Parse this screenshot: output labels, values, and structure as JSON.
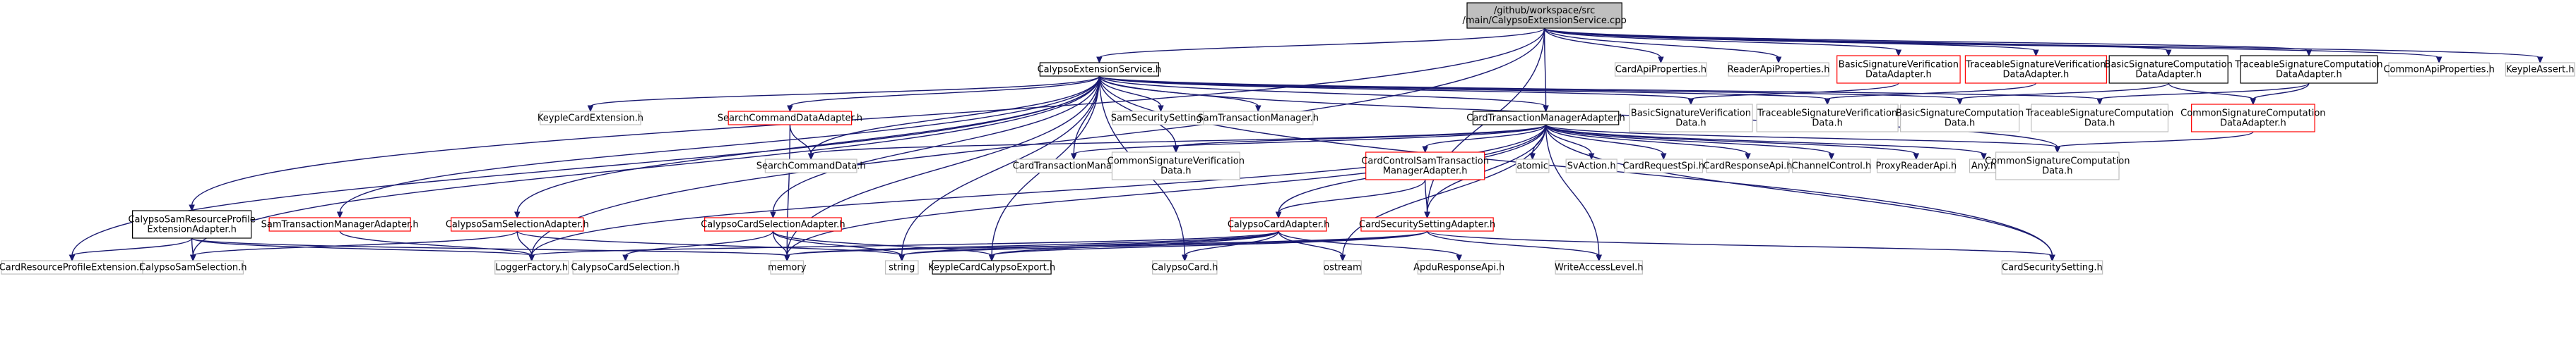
{
  "colors": {
    "edge": "#191970",
    "box_root_fill": "#bfbfbf",
    "box_root_stroke": "#000000",
    "box_plain_stroke": "#bfbfbf",
    "box_black_stroke": "#000000",
    "box_red_stroke": "#ff0000",
    "text": "#000000",
    "background": "#ffffff"
  },
  "nodes": [
    {
      "id": "root",
      "lines": [
        "/github/workspace/src",
        "/main/CalypsoExtensionService.cpp"
      ],
      "style": "root"
    },
    {
      "id": "calypso_ext_h",
      "lines": [
        "CalypsoExtensionService.h"
      ],
      "style": "black"
    },
    {
      "id": "card_api_props",
      "lines": [
        "CardApiProperties.h"
      ],
      "style": "plain"
    },
    {
      "id": "reader_api_props",
      "lines": [
        "ReaderApiProperties.h"
      ],
      "style": "plain"
    },
    {
      "id": "basic_sig_verif_adapter",
      "lines": [
        "BasicSignatureVerification",
        "DataAdapter.h"
      ],
      "style": "red"
    },
    {
      "id": "traceable_sig_verif_adapter",
      "lines": [
        "TraceableSignatureVerification",
        "DataAdapter.h"
      ],
      "style": "red"
    },
    {
      "id": "basic_sig_comp_adapter",
      "lines": [
        "BasicSignatureComputation",
        "DataAdapter.h"
      ],
      "style": "black"
    },
    {
      "id": "traceable_sig_comp_adapter",
      "lines": [
        "TraceableSignatureComputation",
        "DataAdapter.h"
      ],
      "style": "black"
    },
    {
      "id": "common_api_props",
      "lines": [
        "CommonApiProperties.h"
      ],
      "style": "plain"
    },
    {
      "id": "keyple_assert",
      "lines": [
        "KeypleAssert.h"
      ],
      "style": "plain"
    },
    {
      "id": "keyple_card_ext",
      "lines": [
        "KeypleCardExtension.h"
      ],
      "style": "plain"
    },
    {
      "id": "search_cmd_adapter",
      "lines": [
        "SearchCommandDataAdapter.h"
      ],
      "style": "red"
    },
    {
      "id": "sam_security_setting",
      "lines": [
        "SamSecuritySetting.h"
      ],
      "style": "plain"
    },
    {
      "id": "sam_tx_manager",
      "lines": [
        "SamTransactionManager.h"
      ],
      "style": "plain"
    },
    {
      "id": "card_tx_manager_adapter",
      "lines": [
        "CardTransactionManagerAdapter.h"
      ],
      "style": "black"
    },
    {
      "id": "basic_sig_verif_data",
      "lines": [
        "BasicSignatureVerification",
        "Data.h"
      ],
      "style": "plain"
    },
    {
      "id": "traceable_sig_verif_data",
      "lines": [
        "TraceableSignatureVerification",
        "Data.h"
      ],
      "style": "plain"
    },
    {
      "id": "basic_sig_comp_data",
      "lines": [
        "BasicSignatureComputation",
        "Data.h"
      ],
      "style": "plain"
    },
    {
      "id": "traceable_sig_comp_data",
      "lines": [
        "TraceableSignatureComputation",
        "Data.h"
      ],
      "style": "plain"
    },
    {
      "id": "common_sig_comp_adapter",
      "lines": [
        "CommonSignatureComputation",
        "DataAdapter.h"
      ],
      "style": "red"
    },
    {
      "id": "search_cmd_data",
      "lines": [
        "SearchCommandData.h"
      ],
      "style": "plain"
    },
    {
      "id": "card_tx_manager",
      "lines": [
        "CardTransactionManager.h"
      ],
      "style": "plain"
    },
    {
      "id": "common_sig_verif_data",
      "lines": [
        "CommonSignatureVerification",
        "Data.h"
      ],
      "style": "plain"
    },
    {
      "id": "card_control_sam_adapter",
      "lines": [
        "CardControlSamTransaction",
        "ManagerAdapter.h"
      ],
      "style": "red"
    },
    {
      "id": "atomic",
      "lines": [
        "atomic"
      ],
      "style": "plain"
    },
    {
      "id": "sv_action",
      "lines": [
        "SvAction.h"
      ],
      "style": "plain"
    },
    {
      "id": "card_request_spi",
      "lines": [
        "CardRequestSpi.h"
      ],
      "style": "plain"
    },
    {
      "id": "card_response_api",
      "lines": [
        "CardResponseApi.h"
      ],
      "style": "plain"
    },
    {
      "id": "channel_control",
      "lines": [
        "ChannelControl.h"
      ],
      "style": "plain"
    },
    {
      "id": "proxy_reader_api",
      "lines": [
        "ProxyReaderApi.h"
      ],
      "style": "plain"
    },
    {
      "id": "any",
      "lines": [
        "Any.h"
      ],
      "style": "plain"
    },
    {
      "id": "common_sig_comp_data",
      "lines": [
        "CommonSignatureComputation",
        "Data.h"
      ],
      "style": "plain"
    },
    {
      "id": "sam_resource_profile",
      "lines": [
        "CalypsoSamResourceProfile",
        "ExtensionAdapter.h"
      ],
      "style": "black"
    },
    {
      "id": "sam_tx_manager_adapter",
      "lines": [
        "SamTransactionManagerAdapter.h"
      ],
      "style": "red"
    },
    {
      "id": "sam_selection_adapter",
      "lines": [
        "CalypsoSamSelectionAdapter.h"
      ],
      "style": "red"
    },
    {
      "id": "card_selection_adapter",
      "lines": [
        "CalypsoCardSelectionAdapter.h"
      ],
      "style": "red"
    },
    {
      "id": "calypso_card_adapter",
      "lines": [
        "CalypsoCardAdapter.h"
      ],
      "style": "red"
    },
    {
      "id": "card_security_setting_adapter",
      "lines": [
        "CardSecuritySettingAdapter.h"
      ],
      "style": "red"
    },
    {
      "id": "card_resource_profile_ext",
      "lines": [
        "CardResourceProfileExtension.h"
      ],
      "style": "plain"
    },
    {
      "id": "calypso_sam_selection",
      "lines": [
        "CalypsoSamSelection.h"
      ],
      "style": "plain"
    },
    {
      "id": "logger_factory",
      "lines": [
        "LoggerFactory.h"
      ],
      "style": "plain"
    },
    {
      "id": "calypso_card_selection",
      "lines": [
        "CalypsoCardSelection.h"
      ],
      "style": "plain"
    },
    {
      "id": "memory",
      "lines": [
        "memory"
      ],
      "style": "plain"
    },
    {
      "id": "string",
      "lines": [
        "string"
      ],
      "style": "plain"
    },
    {
      "id": "keyple_card_calypso_export",
      "lines": [
        "KeypleCardCalypsoExport.h"
      ],
      "style": "black"
    },
    {
      "id": "calypso_card",
      "lines": [
        "CalypsoCard.h"
      ],
      "style": "plain"
    },
    {
      "id": "ostream",
      "lines": [
        "ostream"
      ],
      "style": "plain"
    },
    {
      "id": "apdu_response_api",
      "lines": [
        "ApduResponseApi.h"
      ],
      "style": "plain"
    },
    {
      "id": "write_access_level",
      "lines": [
        "WriteAccessLevel.h"
      ],
      "style": "plain"
    },
    {
      "id": "card_security_setting",
      "lines": [
        "CardSecuritySetting.h"
      ],
      "style": "plain"
    }
  ],
  "edges": [
    [
      "root",
      "calypso_ext_h"
    ],
    [
      "root",
      "card_api_props"
    ],
    [
      "root",
      "reader_api_props"
    ],
    [
      "root",
      "basic_sig_verif_adapter"
    ],
    [
      "root",
      "traceable_sig_verif_adapter"
    ],
    [
      "root",
      "basic_sig_comp_adapter"
    ],
    [
      "root",
      "traceable_sig_comp_adapter"
    ],
    [
      "root",
      "common_api_props"
    ],
    [
      "root",
      "keyple_assert"
    ],
    [
      "root",
      "card_tx_manager_adapter"
    ],
    [
      "root",
      "sam_resource_profile"
    ],
    [
      "root",
      "logger_factory"
    ],
    [
      "root",
      "card_security_setting_adapter"
    ],
    [
      "calypso_ext_h",
      "keyple_card_ext"
    ],
    [
      "calypso_ext_h",
      "search_cmd_adapter"
    ],
    [
      "calypso_ext_h",
      "sam_security_setting"
    ],
    [
      "calypso_ext_h",
      "sam_tx_manager"
    ],
    [
      "calypso_ext_h",
      "card_tx_manager_adapter"
    ],
    [
      "calypso_ext_h",
      "basic_sig_verif_data"
    ],
    [
      "calypso_ext_h",
      "traceable_sig_verif_data"
    ],
    [
      "calypso_ext_h",
      "basic_sig_comp_data"
    ],
    [
      "calypso_ext_h",
      "traceable_sig_comp_data"
    ],
    [
      "calypso_ext_h",
      "search_cmd_data"
    ],
    [
      "calypso_ext_h",
      "card_tx_manager"
    ],
    [
      "calypso_ext_h",
      "common_sig_verif_data"
    ],
    [
      "calypso_ext_h",
      "common_sig_comp_data"
    ],
    [
      "calypso_ext_h",
      "card_resource_profile_ext"
    ],
    [
      "calypso_ext_h",
      "calypso_sam_selection"
    ],
    [
      "calypso_ext_h",
      "sam_tx_manager_adapter"
    ],
    [
      "calypso_ext_h",
      "sam_selection_adapter"
    ],
    [
      "calypso_ext_h",
      "card_selection_adapter"
    ],
    [
      "calypso_ext_h",
      "memory"
    ],
    [
      "calypso_ext_h",
      "string"
    ],
    [
      "calypso_ext_h",
      "keyple_card_calypso_export"
    ],
    [
      "calypso_ext_h",
      "calypso_card"
    ],
    [
      "calypso_ext_h",
      "card_security_setting"
    ],
    [
      "basic_sig_verif_adapter",
      "basic_sig_verif_data"
    ],
    [
      "traceable_sig_verif_adapter",
      "traceable_sig_verif_data"
    ],
    [
      "basic_sig_comp_adapter",
      "basic_sig_comp_data"
    ],
    [
      "basic_sig_comp_adapter",
      "common_sig_comp_adapter"
    ],
    [
      "traceable_sig_comp_adapter",
      "traceable_sig_comp_data"
    ],
    [
      "traceable_sig_comp_adapter",
      "common_sig_comp_adapter"
    ],
    [
      "common_sig_comp_adapter",
      "common_sig_comp_data"
    ],
    [
      "search_cmd_adapter",
      "search_cmd_data"
    ],
    [
      "search_cmd_adapter",
      "memory"
    ],
    [
      "card_tx_manager_adapter",
      "search_cmd_data"
    ],
    [
      "card_tx_manager_adapter",
      "card_tx_manager"
    ],
    [
      "card_tx_manager_adapter",
      "common_sig_verif_data"
    ],
    [
      "card_tx_manager_adapter",
      "card_control_sam_adapter"
    ],
    [
      "card_tx_manager_adapter",
      "atomic"
    ],
    [
      "card_tx_manager_adapter",
      "sv_action"
    ],
    [
      "card_tx_manager_adapter",
      "card_request_spi"
    ],
    [
      "card_tx_manager_adapter",
      "card_response_api"
    ],
    [
      "card_tx_manager_adapter",
      "channel_control"
    ],
    [
      "card_tx_manager_adapter",
      "proxy_reader_api"
    ],
    [
      "card_tx_manager_adapter",
      "any"
    ],
    [
      "card_tx_manager_adapter",
      "common_sig_comp_data"
    ],
    [
      "card_tx_manager_adapter",
      "calypso_card_adapter"
    ],
    [
      "card_tx_manager_adapter",
      "card_security_setting_adapter"
    ],
    [
      "card_tx_manager_adapter",
      "logger_factory"
    ],
    [
      "card_tx_manager_adapter",
      "memory"
    ],
    [
      "card_tx_manager_adapter",
      "ostream"
    ],
    [
      "card_tx_manager_adapter",
      "write_access_level"
    ],
    [
      "card_tx_manager_adapter",
      "card_security_setting"
    ],
    [
      "card_control_sam_adapter",
      "calypso_card_adapter"
    ],
    [
      "card_control_sam_adapter",
      "card_security_setting_adapter"
    ],
    [
      "sam_resource_profile",
      "card_resource_profile_ext"
    ],
    [
      "sam_resource_profile",
      "calypso_sam_selection"
    ],
    [
      "sam_resource_profile",
      "logger_factory"
    ],
    [
      "sam_resource_profile",
      "memory"
    ],
    [
      "sam_tx_manager_adapter",
      "logger_factory"
    ],
    [
      "sam_selection_adapter",
      "calypso_sam_selection"
    ],
    [
      "sam_selection_adapter",
      "logger_factory"
    ],
    [
      "sam_selection_adapter",
      "string"
    ],
    [
      "card_selection_adapter",
      "calypso_card_selection"
    ],
    [
      "card_selection_adapter",
      "memory"
    ],
    [
      "card_selection_adapter",
      "string"
    ],
    [
      "card_selection_adapter",
      "keyple_card_calypso_export"
    ],
    [
      "calypso_card_adapter",
      "calypso_card"
    ],
    [
      "calypso_card_adapter",
      "logger_factory"
    ],
    [
      "calypso_card_adapter",
      "memory"
    ],
    [
      "calypso_card_adapter",
      "string"
    ],
    [
      "calypso_card_adapter",
      "keyple_card_calypso_export"
    ],
    [
      "calypso_card_adapter",
      "ostream"
    ],
    [
      "calypso_card_adapter",
      "apdu_response_api"
    ],
    [
      "card_security_setting_adapter",
      "card_security_setting"
    ],
    [
      "card_security_setting_adapter",
      "memory"
    ],
    [
      "card_security_setting_adapter",
      "keyple_card_calypso_export"
    ],
    [
      "card_security_setting_adapter",
      "write_access_level"
    ],
    [
      "card_security_setting_adapter",
      "string"
    ]
  ]
}
